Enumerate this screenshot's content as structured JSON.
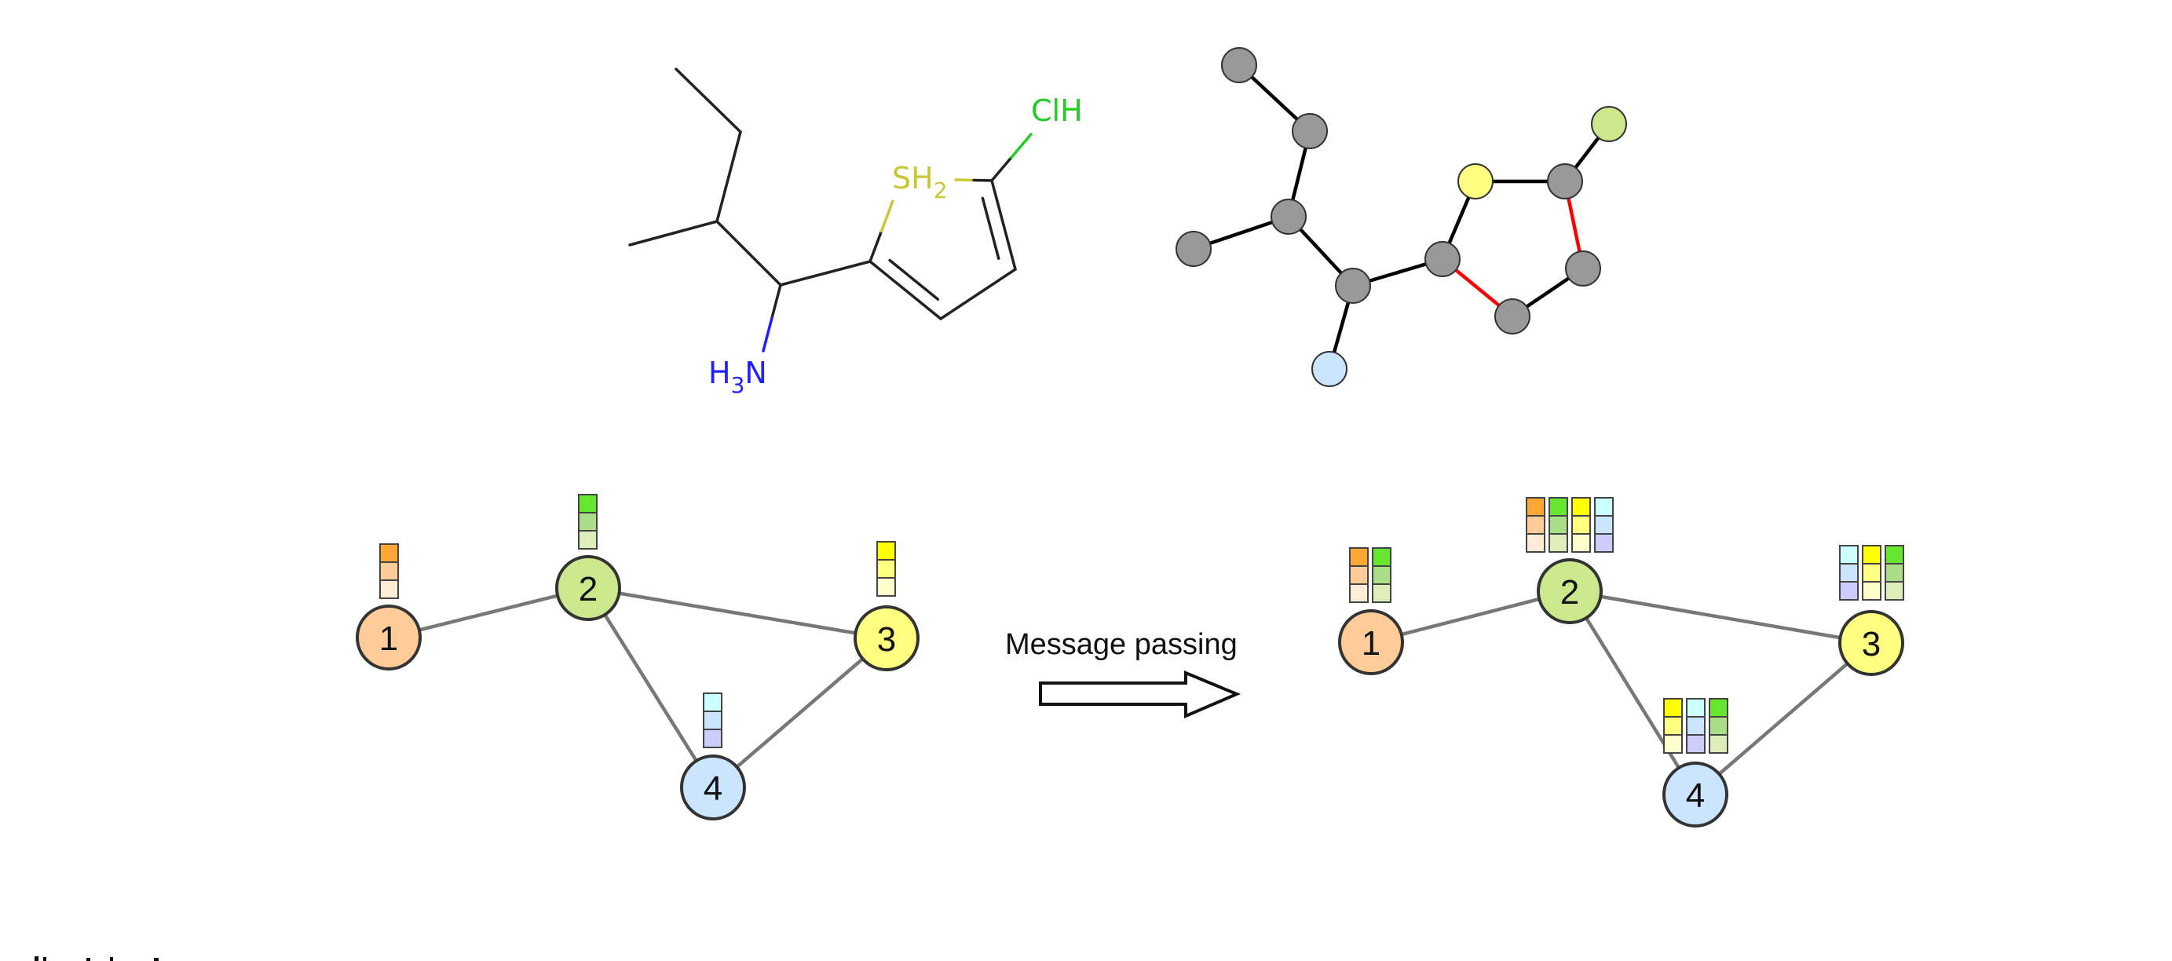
{
  "figure": {
    "skeletal_formula": {
      "atoms": [
        {
          "id": "c_top",
          "element": "C"
        },
        {
          "id": "c_ethyl",
          "element": "C"
        },
        {
          "id": "c_branch",
          "element": "C"
        },
        {
          "id": "c_methyl",
          "element": "C"
        },
        {
          "id": "c_alpha",
          "element": "C"
        },
        {
          "id": "n",
          "element": "N",
          "label": "H3N",
          "label_main": "H",
          "label_sub": "3",
          "label_tail": "N",
          "color": "#1f1fff"
        },
        {
          "id": "c_ring1",
          "element": "C"
        },
        {
          "id": "s",
          "element": "S",
          "label": "SH2",
          "label_main": "SH",
          "label_sub": "2",
          "color": "#c8c832"
        },
        {
          "id": "c_ring2",
          "element": "C"
        },
        {
          "id": "cl",
          "element": "Cl",
          "label": "ClH",
          "color": "#22cc22"
        },
        {
          "id": "c_ring3",
          "element": "C"
        },
        {
          "id": "c_ring4",
          "element": "C"
        }
      ],
      "bonds": [
        {
          "from": "c_top",
          "to": "c_ethyl",
          "order": 1
        },
        {
          "from": "c_ethyl",
          "to": "c_branch",
          "order": 1
        },
        {
          "from": "c_branch",
          "to": "c_methyl",
          "order": 1
        },
        {
          "from": "c_branch",
          "to": "c_alpha",
          "order": 1
        },
        {
          "from": "c_alpha",
          "to": "n",
          "order": 1
        },
        {
          "from": "c_alpha",
          "to": "c_ring1",
          "order": 1
        },
        {
          "from": "c_ring1",
          "to": "s",
          "order": 1
        },
        {
          "from": "s",
          "to": "c_ring2",
          "order": 1
        },
        {
          "from": "c_ring2",
          "to": "cl",
          "order": 1
        },
        {
          "from": "c_ring2",
          "to": "c_ring3",
          "order": 2
        },
        {
          "from": "c_ring3",
          "to": "c_ring4",
          "order": 1
        },
        {
          "from": "c_ring4",
          "to": "c_ring1",
          "order": 2
        }
      ],
      "bond_color": "#222222"
    },
    "ball_and_stick": {
      "atoms": [
        {
          "id": "a",
          "element": "C",
          "color": "#999999"
        },
        {
          "id": "b",
          "element": "C",
          "color": "#999999"
        },
        {
          "id": "c",
          "element": "C",
          "color": "#999999"
        },
        {
          "id": "d",
          "element": "C",
          "color": "#999999"
        },
        {
          "id": "e",
          "element": "C",
          "color": "#999999"
        },
        {
          "id": "n",
          "element": "N",
          "color": "#cce5ff"
        },
        {
          "id": "f",
          "element": "C",
          "color": "#999999"
        },
        {
          "id": "s",
          "element": "S",
          "color": "#ffff80"
        },
        {
          "id": "g",
          "element": "C",
          "color": "#999999"
        },
        {
          "id": "cl",
          "element": "Cl",
          "color": "#cce88c"
        },
        {
          "id": "h",
          "element": "C",
          "color": "#999999"
        },
        {
          "id": "i",
          "element": "C",
          "color": "#999999"
        }
      ],
      "bonds": [
        {
          "from": "a",
          "to": "b",
          "color": "#000000"
        },
        {
          "from": "b",
          "to": "c",
          "color": "#000000"
        },
        {
          "from": "c",
          "to": "d",
          "color": "#000000"
        },
        {
          "from": "c",
          "to": "e",
          "color": "#000000"
        },
        {
          "from": "e",
          "to": "n",
          "color": "#000000"
        },
        {
          "from": "e",
          "to": "f",
          "color": "#000000"
        },
        {
          "from": "f",
          "to": "s",
          "color": "#000000"
        },
        {
          "from": "s",
          "to": "g",
          "color": "#000000"
        },
        {
          "from": "g",
          "to": "cl",
          "color": "#000000"
        },
        {
          "from": "g",
          "to": "h",
          "color": "#ff0000"
        },
        {
          "from": "h",
          "to": "i",
          "color": "#000000"
        },
        {
          "from": "i",
          "to": "f",
          "color": "#ff0000"
        }
      ]
    },
    "feature_palettes": {
      "orange": [
        "#ffa833",
        "#ffcc99",
        "#ffebd6"
      ],
      "green": [
        "#66e62e",
        "#aadd88",
        "#ddeebb"
      ],
      "yellow": [
        "#ffff00",
        "#ffff80",
        "#ffffcc"
      ],
      "cyan": [
        "#ccffff",
        "#cce5ff",
        "#ccccff"
      ]
    },
    "graph_before": {
      "nodes": [
        {
          "id": "1",
          "label": "1",
          "fill": "#ffcc99",
          "features": [
            "orange"
          ]
        },
        {
          "id": "2",
          "label": "2",
          "fill": "#cce88c",
          "features": [
            "green"
          ]
        },
        {
          "id": "3",
          "label": "3",
          "fill": "#ffff80",
          "features": [
            "yellow"
          ]
        },
        {
          "id": "4",
          "label": "4",
          "fill": "#cce5ff",
          "features": [
            "cyan"
          ]
        }
      ],
      "edges": [
        [
          "1",
          "2"
        ],
        [
          "2",
          "3"
        ],
        [
          "2",
          "4"
        ],
        [
          "3",
          "4"
        ]
      ]
    },
    "transition": {
      "label": "Message passing",
      "arrow": "hollow-right-arrow"
    },
    "graph_after": {
      "nodes": [
        {
          "id": "1",
          "label": "1",
          "fill": "#ffcc99",
          "features": [
            "orange",
            "green"
          ]
        },
        {
          "id": "2",
          "label": "2",
          "fill": "#cce88c",
          "features": [
            "orange",
            "green",
            "yellow",
            "cyan"
          ]
        },
        {
          "id": "3",
          "label": "3",
          "fill": "#ffff80",
          "features": [
            "cyan",
            "yellow",
            "green"
          ]
        },
        {
          "id": "4",
          "label": "4",
          "fill": "#cce5ff",
          "features": [
            "yellow",
            "cyan",
            "green"
          ]
        }
      ],
      "edges": [
        [
          "1",
          "2"
        ],
        [
          "2",
          "3"
        ],
        [
          "2",
          "4"
        ],
        [
          "3",
          "4"
        ]
      ]
    },
    "edge_color": "#777777",
    "node_stroke": "#333333"
  }
}
